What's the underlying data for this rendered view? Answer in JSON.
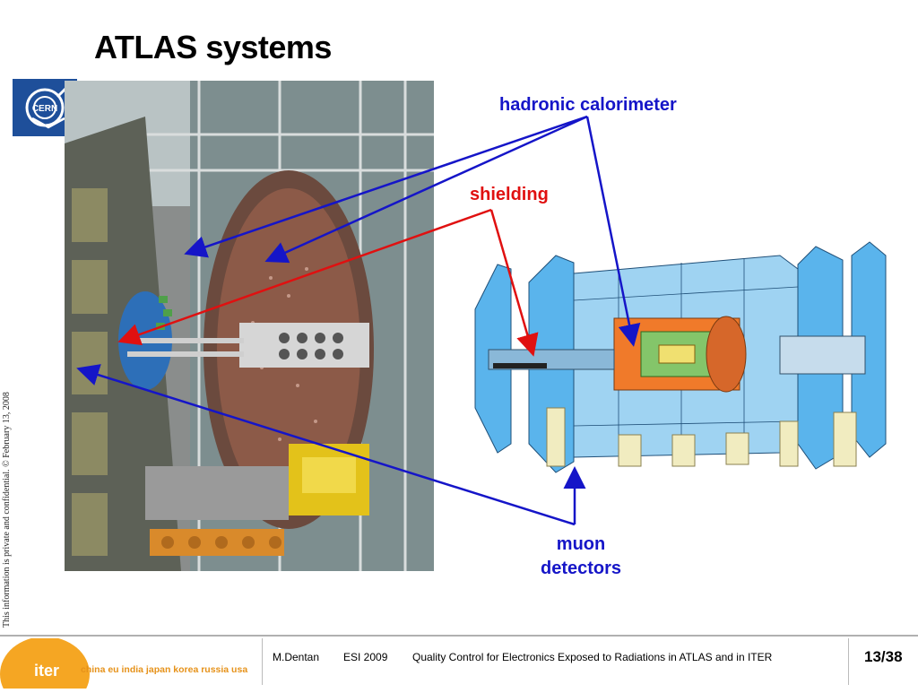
{
  "slide": {
    "title": "ATLAS systems",
    "confidential_note": "This information is private and confidential.  © February 13, 2008",
    "cern_logo_text": "CERN"
  },
  "labels": {
    "hadronic": "hadronic calorimeter",
    "shielding": "shielding",
    "muon_line1": "muon",
    "muon_line2": "detectors"
  },
  "colors": {
    "blue_label": "#1515c8",
    "red_label": "#e01010",
    "cern_blue": "#1e4f9a",
    "iter_orange": "#f5a623"
  },
  "footer": {
    "iter_logo_text": "iter",
    "partners": "china eu india japan korea russia usa",
    "author": "M.Dentan",
    "event": "ESI 2009",
    "talk_title": "Quality Control for Electronics Exposed to Radiations in ATLAS and in ITER",
    "page": "13/38"
  }
}
